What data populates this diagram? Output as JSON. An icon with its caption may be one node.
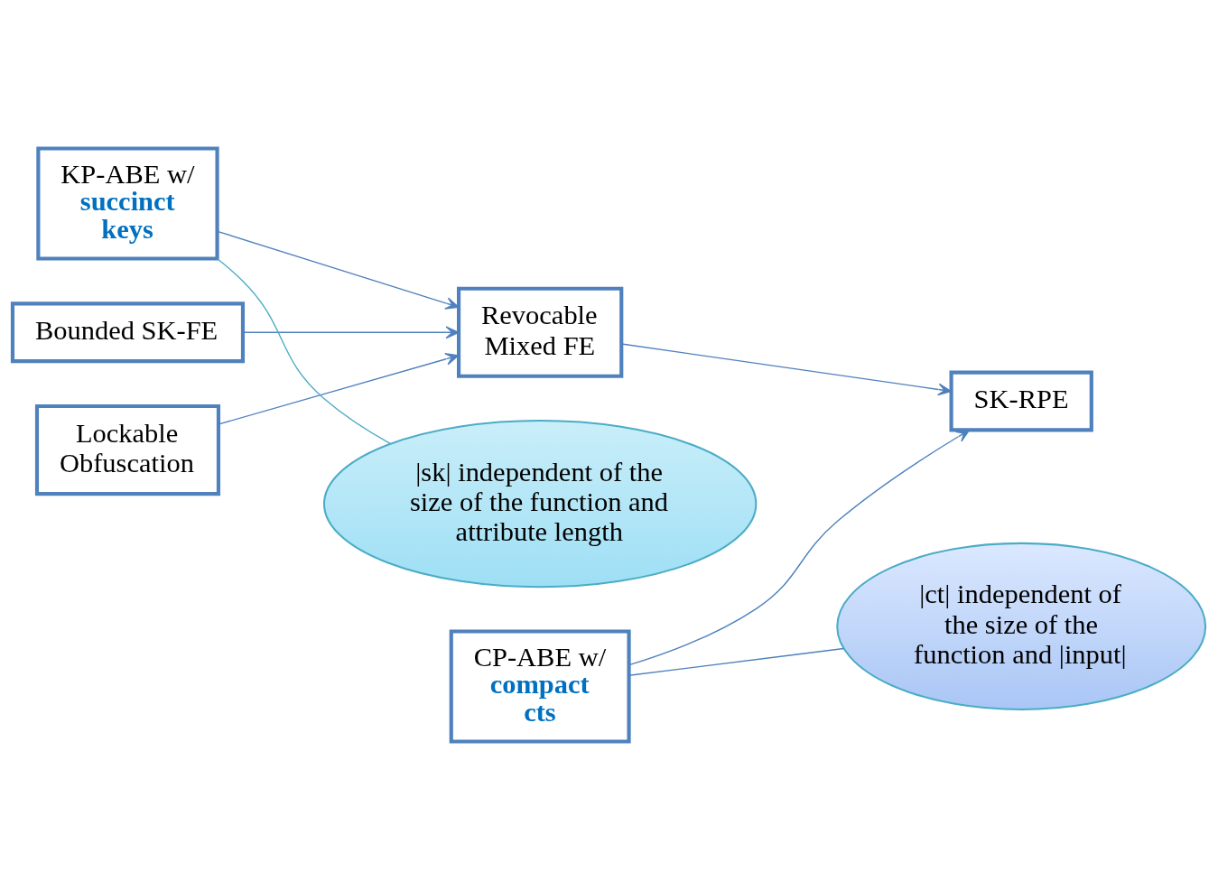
{
  "diagram": {
    "nodes": [
      {
        "text": [
          "KP-ABE w/ **succinct keys**"
        ]
      },
      {
        "text": [
          "Bounded SK-FE"
        ]
      },
      {
        "text": [
          "Lockable Obfuscation"
        ]
      },
      {
        "text": [
          "Revocable Mixed FE"
        ]
      },
      {
        "text": [
          "CP-ABE w/ **compact cts**"
        ]
      },
      {
        "text": [
          "SK-RPE"
        ]
      },
      {
        "text": [
          "|sk| independent of the size of the function and attribute length"
        ]
      },
      {
        "text": [
          "|ct| independent of the size of the function and |input|"
        ]
      }
    ],
    "edges": [
      {
        "from": 0,
        "to": 3,
        "arrow": "to"
      },
      {
        "from": 1,
        "to": 3,
        "arrow": "to"
      },
      {
        "from": 2,
        "to": 3,
        "arrow": "to"
      },
      {
        "from": 3,
        "to": 5,
        "arrow": "to"
      },
      {
        "from": 4,
        "to": 5,
        "arrow": "to"
      },
      {
        "from": 6,
        "to": 0,
        "arrow": "none",
        "color": "#4bacc6"
      },
      {
        "from": 7,
        "to": 4,
        "arrow": "none",
        "color": "#4f81bd"
      }
    ]
  }
}
